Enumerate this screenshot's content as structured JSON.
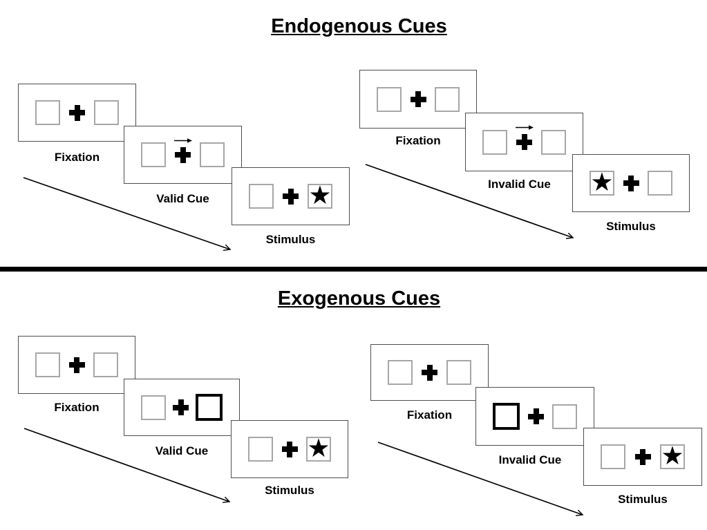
{
  "sections": {
    "endogenous": {
      "title": "Endogenous Cues",
      "valid_panel": {
        "fixation_label": "Fixation",
        "cue_label": "Valid Cue",
        "stimulus_label": "Stimulus"
      },
      "invalid_panel": {
        "fixation_label": "Fixation",
        "cue_label": "Invalid Cue",
        "stimulus_label": "Stimulus"
      }
    },
    "exogenous": {
      "title": "Exogenous Cues",
      "valid_panel": {
        "fixation_label": "Fixation",
        "cue_label": "Valid Cue",
        "stimulus_label": "Stimulus"
      },
      "invalid_panel": {
        "fixation_label": "Fixation",
        "cue_label": "Invalid Cue",
        "stimulus_label": "Stimulus"
      }
    }
  },
  "icons": {
    "star": "★",
    "fixation_cross": "✚",
    "cue_arrow": "→"
  },
  "colors": {
    "card_border": "#4d4d4d",
    "box_border": "#a6a6a6",
    "cue_box_border": "#000000",
    "divider": "#000000",
    "text": "#000000",
    "symbol": "#000000"
  }
}
